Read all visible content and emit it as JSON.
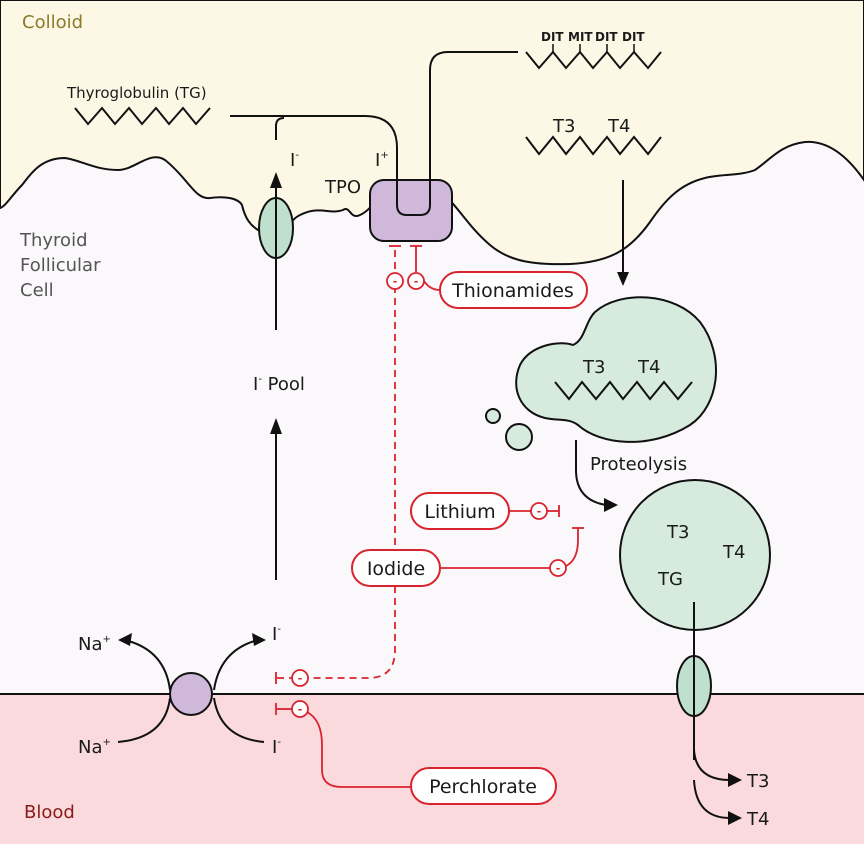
{
  "regions": {
    "colloid": {
      "label": "Colloid",
      "color": "#fdf8e6",
      "text_color": "#8a7a2a"
    },
    "cell": {
      "label_lines": [
        "Thyroid",
        "Follicular",
        "Cell"
      ],
      "color": "#faf8fa",
      "text_color": "#555555"
    },
    "blood": {
      "label": "Blood",
      "color": "#fadadd",
      "text_color": "#8b1a1a"
    }
  },
  "colors": {
    "membrane_protein_purple": "#cfb8da",
    "vesicle_green": "#d6eadd",
    "channel_green": "#bfe0cc",
    "inhibition_red": "#d9232e"
  },
  "labels": {
    "thyroglobulin": "Thyroglobulin (TG)",
    "iodide_up": "I",
    "iodide_up_sup": "-",
    "iodine_plus": "I",
    "iodine_plus_sup": "+",
    "tpo": "TPO",
    "iodide_pool": "I",
    "iodide_pool_sup": "-",
    "iodide_pool_rest": " Pool",
    "na_in": "Na",
    "na_in_sup": "+",
    "na_out": "Na",
    "na_out_sup": "+",
    "i_in": "I",
    "i_in_sup": "-",
    "i_out": "I",
    "i_out_sup": "-",
    "proteolysis": "Proteolysis",
    "tg_chain_residues": [
      "DIT",
      "MIT",
      "DIT",
      "DIT"
    ],
    "hormone_chain": [
      "T3",
      "T4"
    ],
    "droplet_chain": [
      "T3",
      "T4"
    ],
    "lysosome": [
      "T3",
      "T4",
      "TG"
    ],
    "secreted": [
      "T3",
      "T4"
    ]
  },
  "drugs": [
    {
      "name": "Thionamides",
      "effect": "-"
    },
    {
      "name": "Lithium",
      "effect": "-"
    },
    {
      "name": "Iodide",
      "effect": "-"
    },
    {
      "name": "Perchlorate",
      "effect": "-"
    }
  ],
  "inhibition_symbol": "-"
}
